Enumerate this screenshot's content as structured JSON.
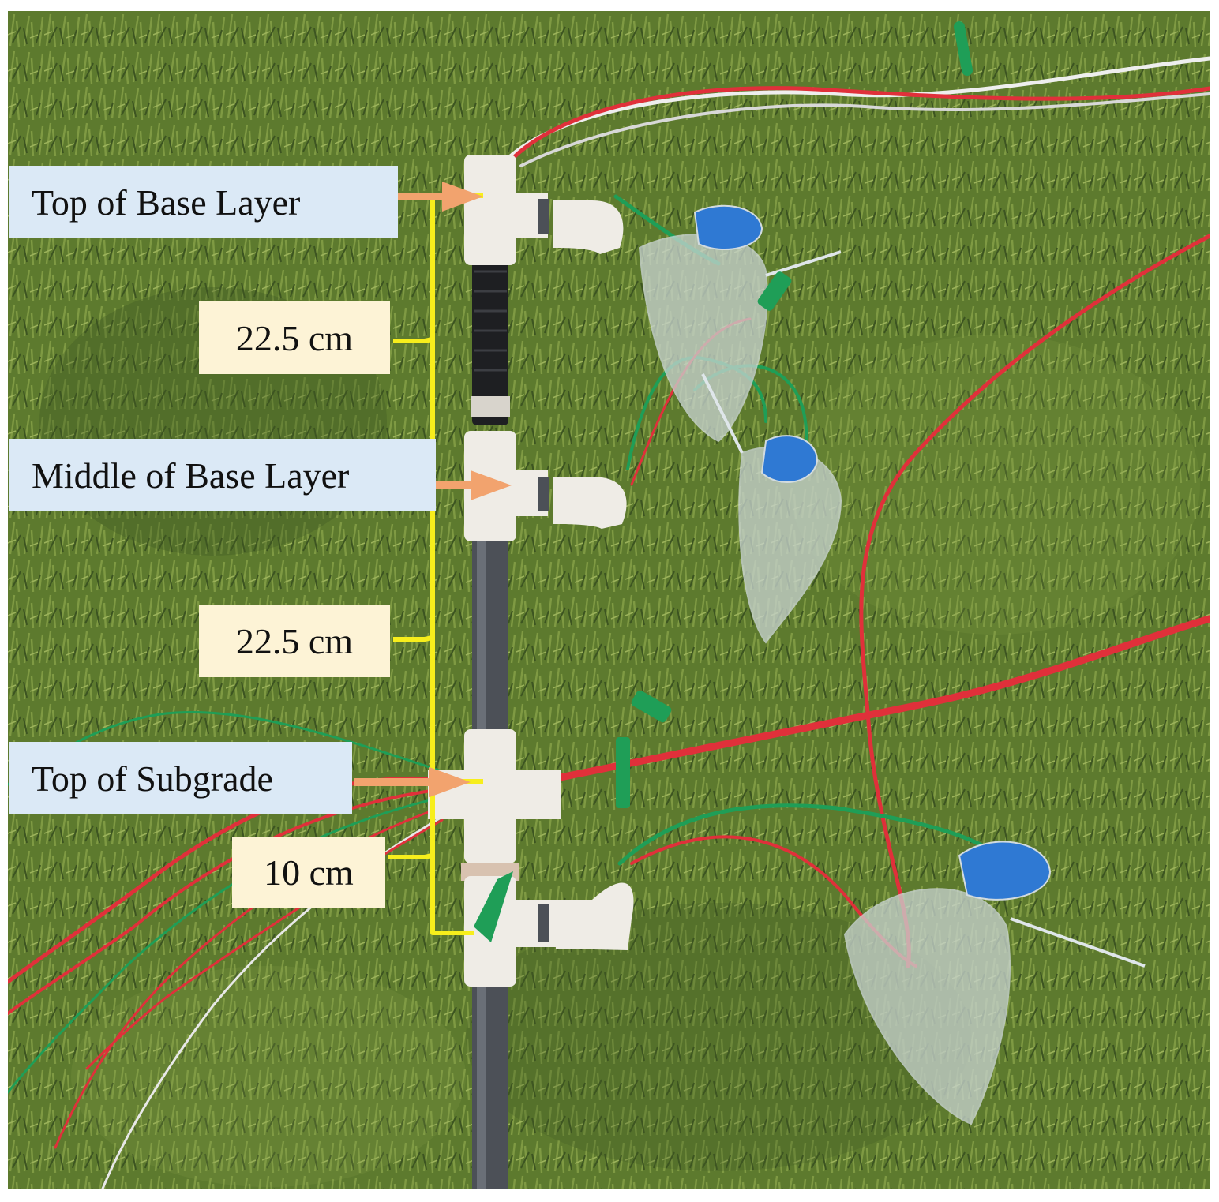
{
  "labels": {
    "top_of_base_layer": "Top of Base Layer",
    "middle_of_base_layer": "Middle of Base Layer",
    "top_of_subgrade": "Top of Subgrade"
  },
  "dimensions": {
    "upper_spacing": "22.5 cm",
    "middle_spacing": "22.5 cm",
    "lower_spacing": "10 cm"
  },
  "colors": {
    "grass": "#5d7a2e",
    "bracket": "#f7ee1c",
    "arrow": "#f2a36e",
    "label_blue": "#dbe9f6",
    "label_cream": "#fdf3d6",
    "pipe_gray": "#4c5057",
    "pvc_white": "#efece6",
    "wire_red": "#e0303a",
    "wire_green": "#1f9e57"
  }
}
